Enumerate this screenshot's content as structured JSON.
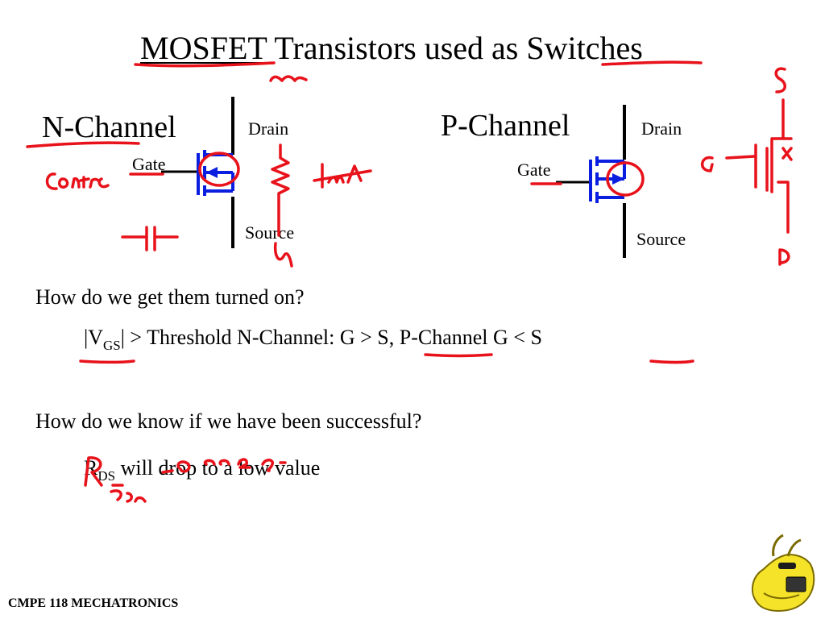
{
  "slide": {
    "title_part1": "MOSFET",
    "title_part2": " Transistors used as ",
    "title_part3": "Switches",
    "footer": "CMPE 118 MECHATRONICS"
  },
  "n_channel": {
    "label": "N-Channel",
    "drain": "Drain",
    "gate": "Gate",
    "source": "Source"
  },
  "p_channel": {
    "label": "P-Channel",
    "drain": "Drain",
    "gate": "Gate",
    "source": "Source"
  },
  "question1": {
    "text": "How do we get them turned on?",
    "vgs_open": "|V",
    "vgs_sub": "GS",
    "vgs_rest": "| > Threshold   N-Channel: G > S,  P-Channel G < S"
  },
  "question2": {
    "text": "How do we know if we have been successful?",
    "rds_main": "R",
    "rds_sub": "DS",
    "rds_rest": " will drop to a low value"
  },
  "annotation_color": "#e8121b",
  "symbol_color": "#0a1ee0"
}
